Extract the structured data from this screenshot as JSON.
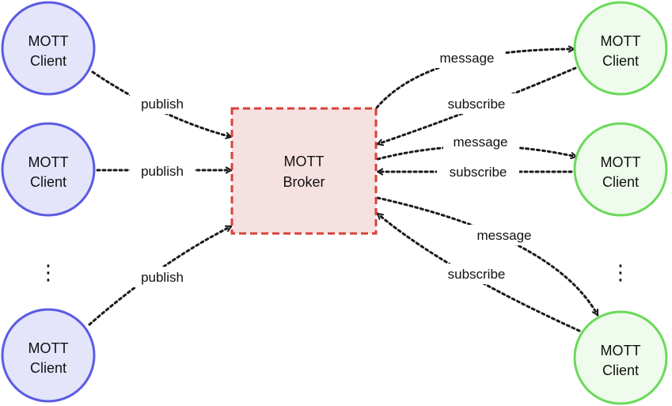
{
  "colors": {
    "publisher_fill": "#e4e4fb",
    "publisher_stroke": "#5b5be3",
    "subscriber_fill": "#effbec",
    "subscriber_stroke": "#6ad95a",
    "broker_fill": "#f6e1e1",
    "broker_stroke": "#d9403a",
    "edge": "#1a1a1a"
  },
  "broker": {
    "line1": "MOTT",
    "line2": "Broker"
  },
  "publishers": [
    {
      "line1": "MOTT",
      "line2": "Client"
    },
    {
      "line1": "MOTT",
      "line2": "Client"
    },
    {
      "line1": "MOTT",
      "line2": "Client"
    }
  ],
  "subscribers": [
    {
      "line1": "MOTT",
      "line2": "Client"
    },
    {
      "line1": "MOTT",
      "line2": "Client"
    },
    {
      "line1": "MOTT",
      "line2": "Client"
    }
  ],
  "ellipsis": "⋮",
  "labels": {
    "publish_1": "publish",
    "publish_2": "publish",
    "publish_3": "publish",
    "message_1": "message",
    "subscribe_1": "subscribe",
    "message_2": "message",
    "subscribe_2": "subscribe",
    "message_3": "message",
    "subscribe_3": "subscribe"
  }
}
